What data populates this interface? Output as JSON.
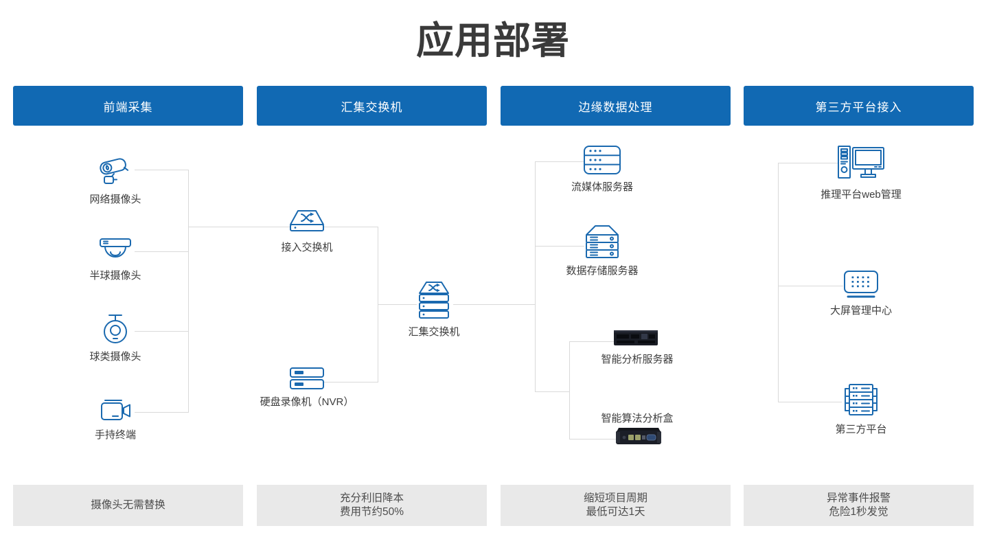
{
  "title": "应用部署",
  "columns": [
    {
      "header": "前端采集",
      "footer": [
        "摄像头无需替换"
      ]
    },
    {
      "header": "汇集交换机",
      "footer": [
        "充分利旧降本",
        "费用节约50%"
      ]
    },
    {
      "header": "边缘数据处理",
      "footer": [
        "缩短项目周期",
        "最低可达1天"
      ]
    },
    {
      "header": "第三方平台接入",
      "footer": [
        "异常事件报警",
        "危险1秒发觉"
      ]
    }
  ],
  "nodes": {
    "network_camera": "网络摄像头",
    "dome_camera": "半球摄像头",
    "ball_camera": "球类摄像头",
    "handheld_terminal": "手持终端",
    "access_switch": "接入交换机",
    "nvr": "硬盘录像机（NVR）",
    "aggregation_switch": "汇集交换机",
    "streaming_server": "流媒体服务器",
    "storage_server": "数据存储服务器",
    "analysis_server": "智能分析服务器",
    "algorithm_box": "智能算法分析盒",
    "inference_web": "推理平台web管理",
    "bigscreen_center": "大屏管理中心",
    "third_party_platform": "第三方平台"
  },
  "colors": {
    "header_bg": "#1169b3",
    "icon_blue": "#1a69af",
    "connector_gray": "#d9d9d9",
    "footer_bg": "#e9e9e9",
    "title_text": "#3a3a3a",
    "footer_text": "#4d4d4d"
  }
}
